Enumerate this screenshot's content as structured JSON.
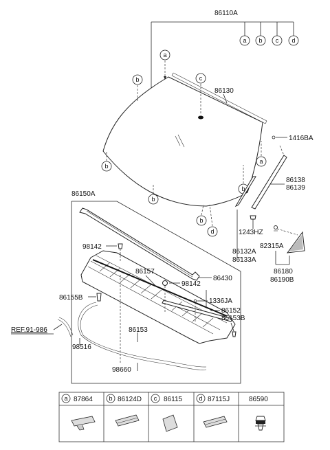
{
  "callouts": {
    "windshield_assy": "86110A",
    "windshield_glass": "86130",
    "fastener_top": "1416BA",
    "side_molding": "86138",
    "side_molding_rh": "86139",
    "screw": "1243HZ",
    "molding_lower": "86132A",
    "molding_lower_rh": "86133A",
    "clip": "82315A",
    "garnish_lh": "86180",
    "garnish_rh": "86190B",
    "cowl_weatherstrip": "86150A",
    "cowl_panel": "86157",
    "fastener_a": "98142",
    "fastener_b": "98142",
    "cowl_seal": "86430",
    "cowl_clip": "1336JA",
    "cowl_lh": "86152",
    "cowl_rh": "86153B",
    "cowl_bracket": "86155B",
    "reference": "REF.91-986",
    "hose": "98516",
    "cowl_cover": "86153",
    "washer_hose": "98660"
  },
  "letter_marks": [
    "a",
    "b",
    "c",
    "d"
  ],
  "parts_table": [
    {
      "letter": "a",
      "code": "87864"
    },
    {
      "letter": "b",
      "code": "86124D"
    },
    {
      "letter": "c",
      "code": "86115"
    },
    {
      "letter": "d",
      "code": "87115J"
    },
    {
      "letter": "",
      "code": "86590"
    }
  ]
}
